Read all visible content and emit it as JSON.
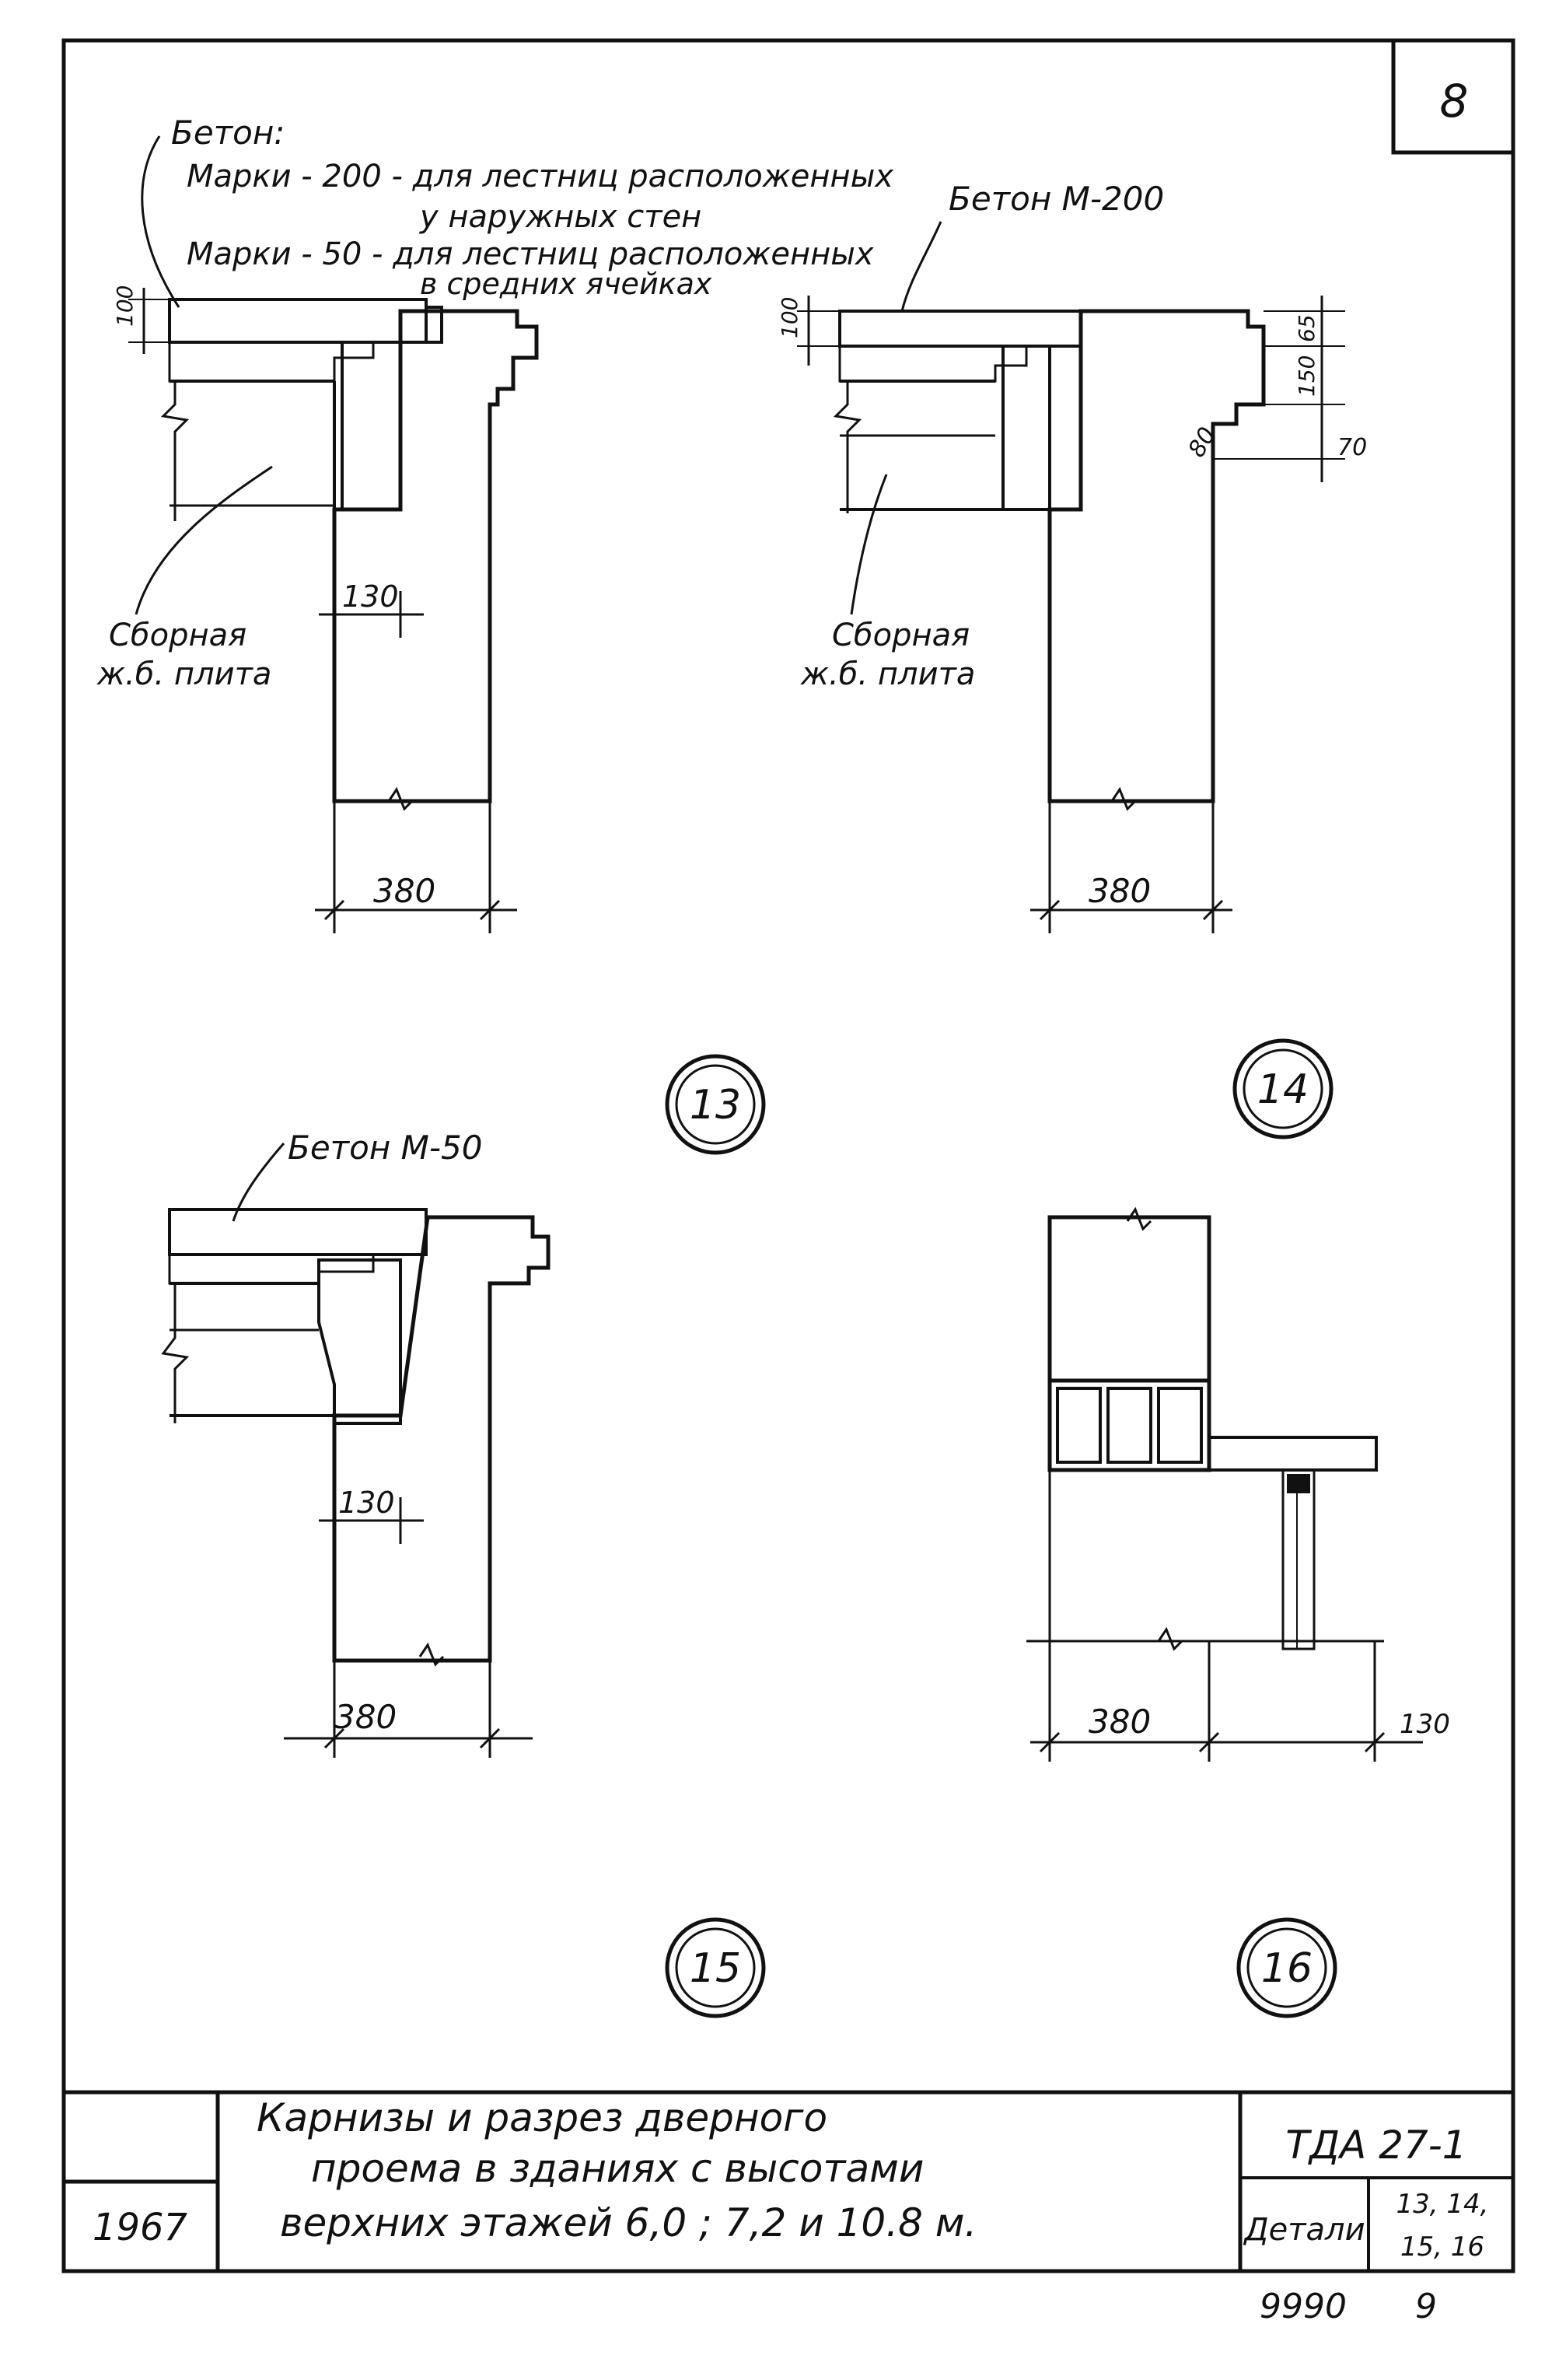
{
  "sheet": {
    "number": "8",
    "bottom_number": "9990",
    "bottom_sheet": "9"
  },
  "detail13": {
    "label": "13",
    "note_title": "Бетон:",
    "note_line1": "Марки - 200 - для лестниц расположенных",
    "note_line2": "у наружных стен",
    "note_line3": "Марки - 50 - для лестниц расположенных",
    "note_line4": "в средних ячейках",
    "slab_label_1": "Сборная",
    "slab_label_2": "ж.б. плита",
    "dim_top": "100",
    "dim_side": "130",
    "dim_width": "380"
  },
  "detail14": {
    "label": "14",
    "concrete_label": "Бетон М-200",
    "slab_label_1": "Сборная",
    "slab_label_2": "ж.б. плита",
    "dim_top": "100",
    "dim_65": "65",
    "dim_150": "150",
    "dim_80": "80",
    "dim_70": "70",
    "dim_width": "380"
  },
  "detail15": {
    "label": "15",
    "concrete_label": "Бетон М-50",
    "dim_side": "130",
    "dim_width": "380"
  },
  "detail16": {
    "label": "16",
    "dim_width": "380",
    "dim_130": "130"
  },
  "title_block": {
    "title_line1": "Карнизы и разрез дверного",
    "title_line2": "проема в зданиях с высотами",
    "title_line3": "верхних этажей 6,0 ; 7,2 и 10.8 м.",
    "year": "1967",
    "code": "ТДА 27-1",
    "detail_label": "Детали",
    "detail_numbers_1": "13, 14,",
    "detail_numbers_2": "15, 16"
  }
}
